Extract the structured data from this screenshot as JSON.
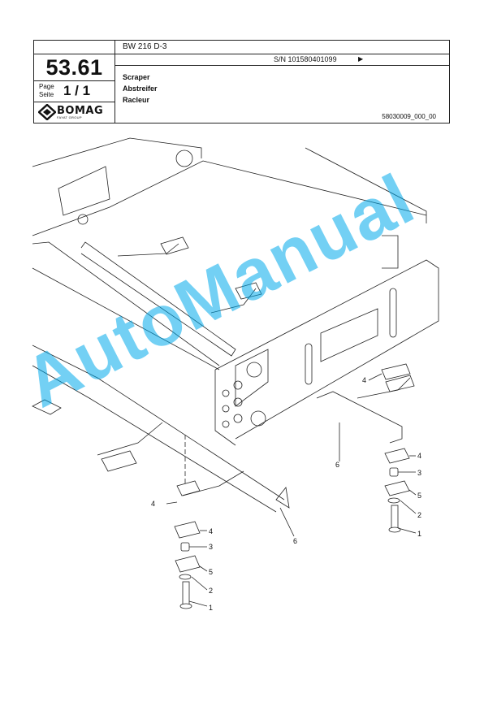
{
  "header": {
    "section_number": "53.61",
    "page_label_en": "Page",
    "page_label_de": "Seite",
    "page_value": "1 / 1",
    "brand": "BOMAG",
    "brand_sub": "FAYAT GROUP",
    "model": "BW 216 D-3",
    "serial": "S/N 101580401099",
    "serial_arrow": "▶",
    "title_en": "Scraper",
    "title_de": "Abstreifer",
    "title_fr": "Racleur",
    "document_id": "58030009_000_00"
  },
  "callouts": [
    {
      "id": "c4a",
      "text": "4"
    },
    {
      "id": "c6a",
      "text": "6"
    },
    {
      "id": "c4b",
      "text": "4"
    },
    {
      "id": "c3b",
      "text": "3"
    },
    {
      "id": "c5b",
      "text": "5"
    },
    {
      "id": "c2b",
      "text": "2"
    },
    {
      "id": "c1b",
      "text": "1"
    },
    {
      "id": "c4c",
      "text": "4"
    },
    {
      "id": "c4d",
      "text": "4"
    },
    {
      "id": "c6b",
      "text": "6"
    },
    {
      "id": "c4e",
      "text": "4"
    },
    {
      "id": "c3e",
      "text": "3"
    },
    {
      "id": "c5e",
      "text": "5"
    },
    {
      "id": "c2e",
      "text": "2"
    },
    {
      "id": "c1e",
      "text": "1"
    }
  ],
  "watermark": "AutoManual",
  "colors": {
    "line": "#222222",
    "watermark": "#00aaeb"
  }
}
